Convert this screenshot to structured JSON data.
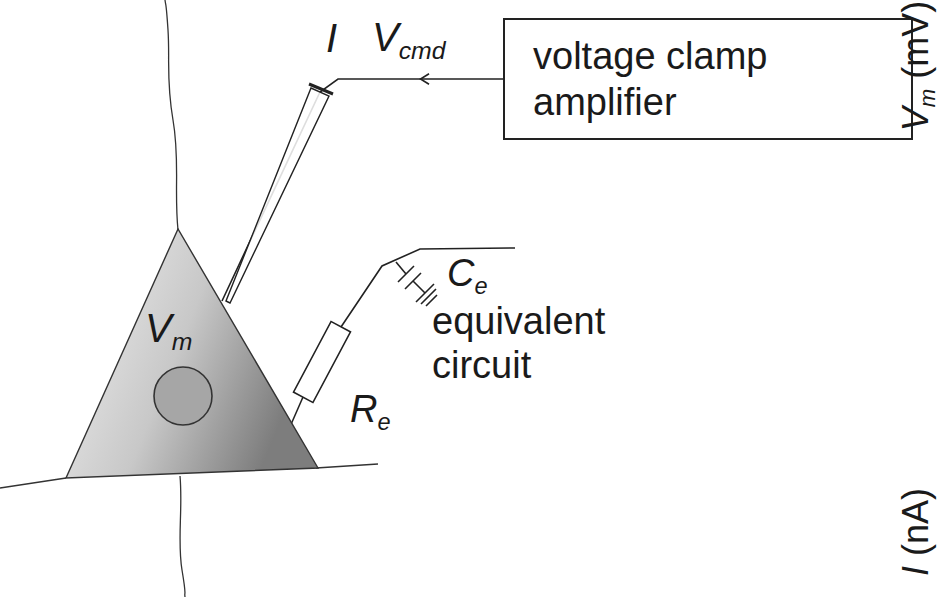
{
  "diagram": {
    "nodes": [
      {
        "text": [
          "voltage clamp amplifier"
        ]
      },
      {
        "text": [
          "Vm"
        ]
      }
    ],
    "edges": [
      {
        "from": 0,
        "to": 1,
        "label": "I",
        "arrow": "to"
      }
    ],
    "labels": [
      "Vm (mV)",
      "Vcmd",
      "Ce",
      "Re",
      "equivalent circuit",
      "I (nA)"
    ]
  }
}
